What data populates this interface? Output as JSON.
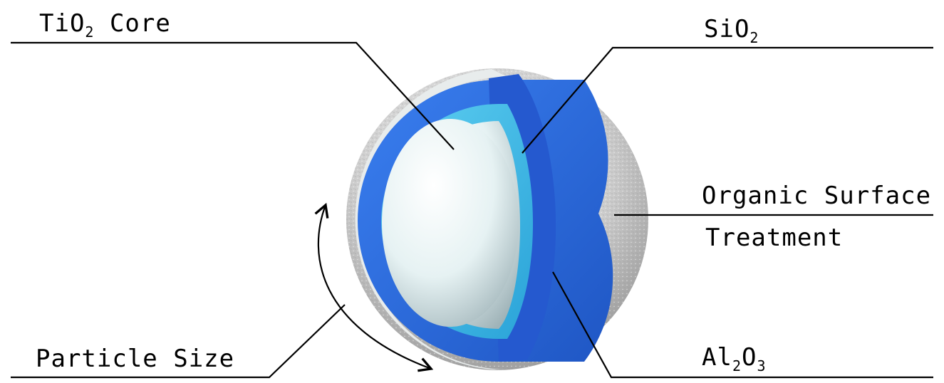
{
  "labels": {
    "core": {
      "main": "TiO",
      "sub": "2",
      "rest": " Core"
    },
    "sio2": {
      "main": "SiO",
      "sub": "2"
    },
    "organic_line1": "Organic Surface",
    "organic_line2": "Treatment",
    "al2o3": {
      "a": "Al",
      "s1": "2",
      "b": "O",
      "s2": "3"
    },
    "particle_size": "Particle Size"
  },
  "colors": {
    "leader_lines": "#000000",
    "outer_blue": "#2f6fe0",
    "inner_cyan": "#35b6e6",
    "core_white": "#eef7f8",
    "organic_grey": "#cfcfcf"
  }
}
